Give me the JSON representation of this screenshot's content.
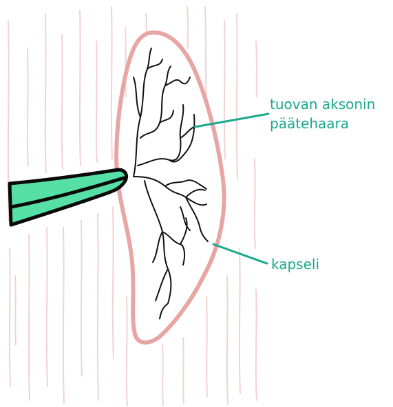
{
  "labels": {
    "axon_terminal_line1": "tuovan aksonin",
    "axon_terminal_line2": "päätehaara",
    "capsule": "kapseli"
  },
  "colors": {
    "label": "#1aa98d",
    "leader_line": "#1aa98d",
    "capsule_outline": "#e7a5a4",
    "background_fibers": "#f1d3d3",
    "axon_fill": "#56e0a5",
    "axon_outline": "#0a0a0a",
    "terminal_branches": "#111111"
  },
  "icons": {
    "incoming_axon": "green-axon-fiber",
    "terminal_branches": "branching-nerve-terminals",
    "capsule": "spindle-capsule"
  }
}
